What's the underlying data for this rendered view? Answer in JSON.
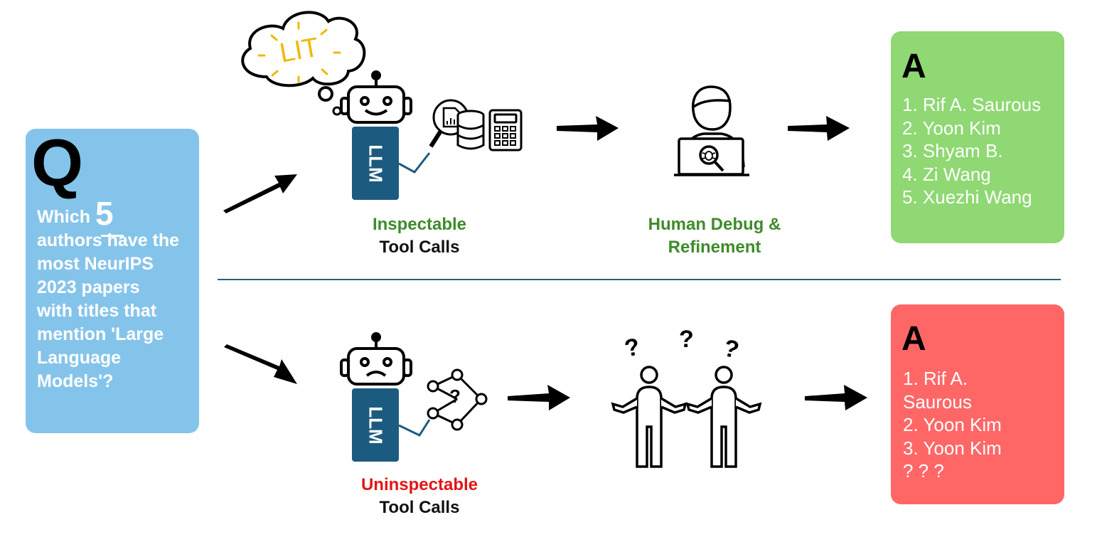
{
  "question": {
    "letter": "Q",
    "word1": "Which",
    "number": "5",
    "lines": [
      "authors have the",
      "most NeurIPS",
      "2023 papers",
      "with titles that",
      "mention 'Large",
      "Language",
      "Models'?"
    ]
  },
  "top": {
    "thought_label": "LIT",
    "llm_label": "LLM",
    "tool_label_1": "Inspectable",
    "tool_label_2": "Tool Calls",
    "human_label_1": "Human Debug &",
    "human_label_2": "Refinement",
    "answer": {
      "letter": "A",
      "items": [
        "1. Rif A. Saurous",
        "2. Yoon Kim",
        "3. Shyam B.",
        "4. Zi Wang",
        "5. Xuezhi Wang"
      ]
    }
  },
  "bottom": {
    "llm_label": "LLM",
    "tool_label_1": "Uninspectable",
    "tool_label_2": "Tool Calls",
    "net_mark": "?",
    "question_marks": [
      "?",
      "?",
      "?"
    ],
    "answer": {
      "letter": "A",
      "items": [
        "1. Rif A.",
        "Saurous",
        "2. Yoon Kim",
        "3. Yoon Kim",
        "? ? ?"
      ]
    }
  },
  "colors": {
    "question_bg": "#85c4ea",
    "answer_good_bg": "#8fd873",
    "answer_bad_bg": "#ff6767",
    "llm_block": "#1c5b80",
    "inspectable_text": "#3f8b2a",
    "uninspectable_text": "#e21515",
    "check_circle": "#2f8a35",
    "cross_circle": "#ee1b1b",
    "thought_text": "#f2b705"
  }
}
